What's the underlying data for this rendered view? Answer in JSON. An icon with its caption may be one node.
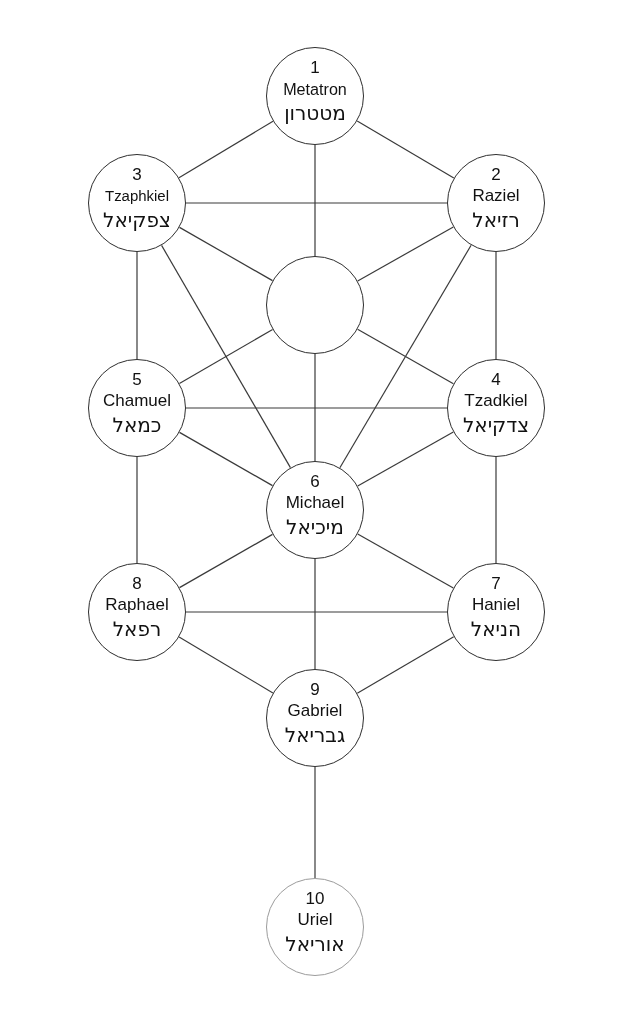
{
  "diagram": {
    "nodes": [
      {
        "text": [
          "1",
          "Metatron",
          "מטטרון"
        ]
      },
      {
        "text": [
          "3",
          "Tzaphkiel",
          "צפקיאל"
        ]
      },
      {
        "text": [
          "2",
          "Raziel",
          "רזיאל"
        ]
      },
      {
        "text": [],
        "shape": "circle"
      },
      {
        "text": [
          "5",
          "Chamuel",
          "כמאל"
        ]
      },
      {
        "text": [
          "4",
          "Tzadkiel",
          "צדקיאל"
        ]
      },
      {
        "text": [
          "6",
          "Michael",
          "מיכיאל"
        ]
      },
      {
        "text": [
          "8",
          "Raphael",
          "רפאל"
        ]
      },
      {
        "text": [
          "7",
          "Haniel",
          "הניאל"
        ]
      },
      {
        "text": [
          "9",
          "Gabriel",
          "גבריאל"
        ]
      },
      {
        "text": [
          "10",
          "Uriel",
          "אוריאל"
        ]
      }
    ],
    "edges": [
      {
        "from": 0,
        "to": 1,
        "arrow": "none"
      },
      {
        "from": 0,
        "to": 2,
        "arrow": "none"
      },
      {
        "from": 0,
        "to": 3,
        "arrow": "none"
      },
      {
        "from": 1,
        "to": 2,
        "arrow": "none"
      },
      {
        "from": 1,
        "to": 3,
        "arrow": "none"
      },
      {
        "from": 2,
        "to": 3,
        "arrow": "none"
      },
      {
        "from": 1,
        "to": 4,
        "arrow": "none"
      },
      {
        "from": 1,
        "to": 6,
        "arrow": "none"
      },
      {
        "from": 2,
        "to": 5,
        "arrow": "none"
      },
      {
        "from": 2,
        "to": 6,
        "arrow": "none"
      },
      {
        "from": 3,
        "to": 4,
        "arrow": "none"
      },
      {
        "from": 3,
        "to": 5,
        "arrow": "none"
      },
      {
        "from": 3,
        "to": 6,
        "arrow": "none"
      },
      {
        "from": 4,
        "to": 5,
        "arrow": "none"
      },
      {
        "from": 4,
        "to": 6,
        "arrow": "none"
      },
      {
        "from": 5,
        "to": 6,
        "arrow": "none"
      },
      {
        "from": 4,
        "to": 7,
        "arrow": "none"
      },
      {
        "from": 5,
        "to": 8,
        "arrow": "none"
      },
      {
        "from": 6,
        "to": 7,
        "arrow": "none"
      },
      {
        "from": 6,
        "to": 8,
        "arrow": "none"
      },
      {
        "from": 6,
        "to": 9,
        "arrow": "none"
      },
      {
        "from": 7,
        "to": 8,
        "arrow": "none"
      },
      {
        "from": 7,
        "to": 9,
        "arrow": "none"
      },
      {
        "from": 8,
        "to": 9,
        "arrow": "none"
      },
      {
        "from": 9,
        "to": 10,
        "arrow": "none"
      }
    ]
  }
}
